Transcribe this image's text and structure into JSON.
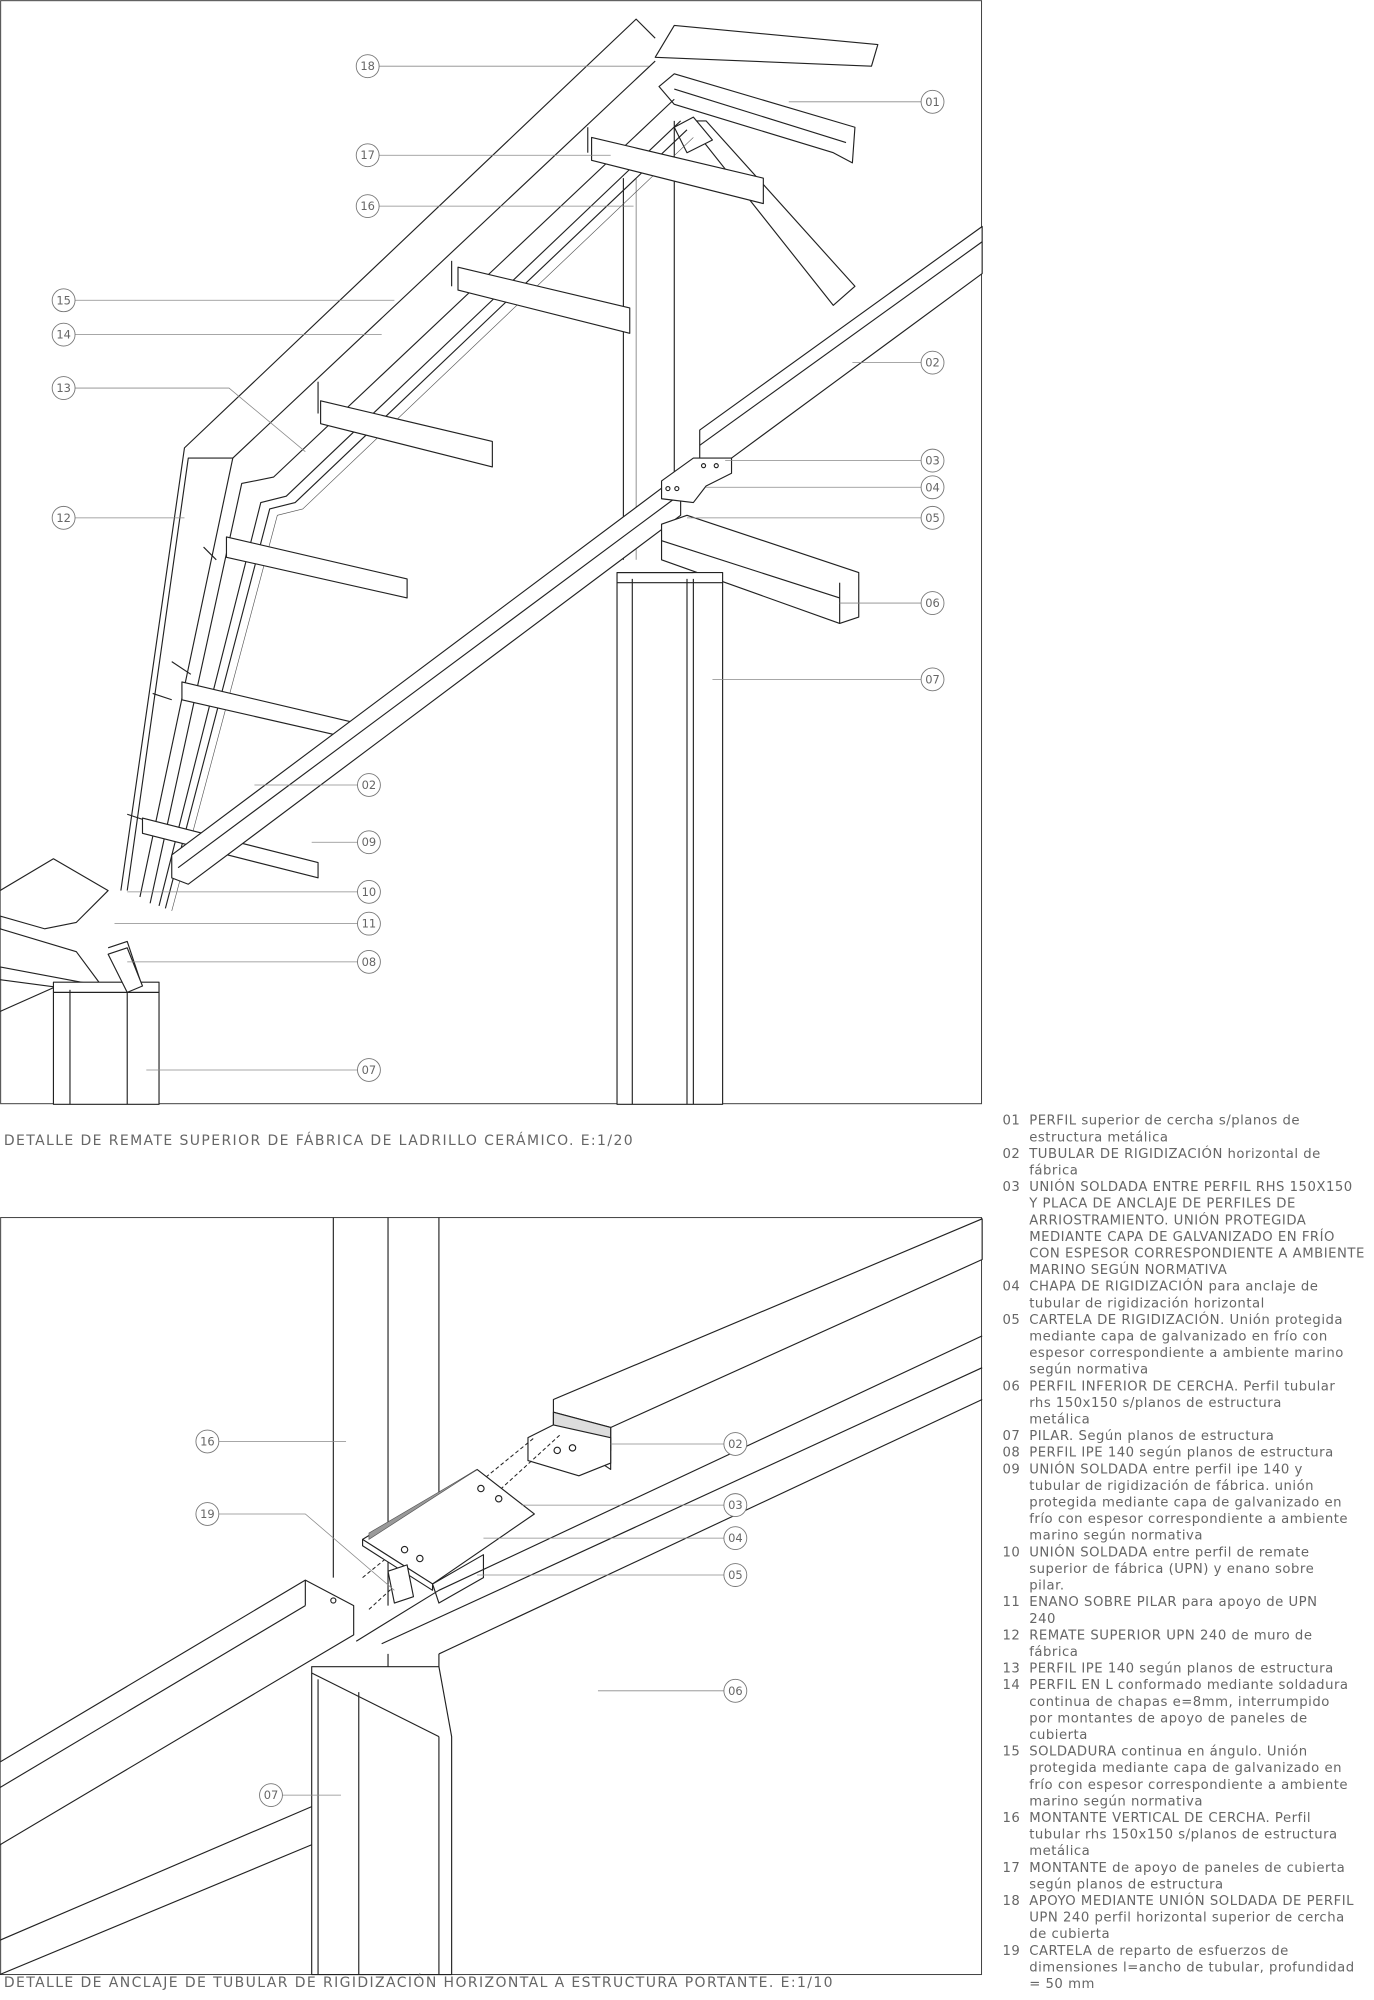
{
  "captions": {
    "top": "DETALLE DE REMATE SUPERIOR DE FÁBRICA DE LADRILLO CERÁMICO. E:1/20",
    "bottom": "DETALLE DE ANCLAJE DE TUBULAR DE RIGIDIZACIÓN HORIZONTAL A ESTRUCTURA PORTANTE. E:1/10"
  },
  "callouts": {
    "top": [
      "18",
      "01",
      "17",
      "16",
      "15",
      "14",
      "13",
      "12",
      "02",
      "03",
      "04",
      "05",
      "06",
      "07",
      "02",
      "09",
      "10",
      "11",
      "08",
      "07"
    ],
    "bottom": [
      "16",
      "19",
      "02",
      "03",
      "04",
      "05",
      "06",
      "07"
    ]
  },
  "legend": [
    {
      "num": "01",
      "lines": [
        "PERFIL superior de cercha s/planos de",
        "estructura metálica"
      ]
    },
    {
      "num": "02",
      "lines": [
        "TUBULAR DE RIGIDIZACIÓN horizontal de",
        "fábrica"
      ]
    },
    {
      "num": "03",
      "lines": [
        "UNIÓN SOLDADA ENTRE PERFIL RHS 150X150",
        "Y PLACA DE ANCLAJE DE PERFILES DE",
        "ARRIOSTRAMIENTO. UNIÓN PROTEGIDA",
        "MEDIANTE CAPA DE GALVANIZADO EN FRÍO",
        "CON ESPESOR CORRESPONDIENTE A AMBIENTE",
        "MARINO SEGÚN NORMATIVA"
      ]
    },
    {
      "num": "04",
      "lines": [
        "CHAPA DE RIGIDIZACIÓN para anclaje de",
        "tubular de rigidización horizontal"
      ]
    },
    {
      "num": "05",
      "lines": [
        "CARTELA DE RIGIDIZACIÓN. Unión protegida",
        "mediante capa de galvanizado en frío con",
        "espesor correspondiente a ambiente marino",
        "según normativa"
      ]
    },
    {
      "num": "06",
      "lines": [
        "PERFIL INFERIOR DE CERCHA. Perfil tubular",
        "rhs 150x150 s/planos de estructura",
        "metálica"
      ]
    },
    {
      "num": "07",
      "lines": [
        "PILAR. Según planos de estructura"
      ]
    },
    {
      "num": "08",
      "lines": [
        "PERFIL IPE 140 según planos de estructura"
      ]
    },
    {
      "num": "09",
      "lines": [
        "UNIÓN SOLDADA entre perfil ipe 140 y",
        "tubular de rigidización de fábrica. unión",
        "protegida mediante capa de galvanizado en",
        "frío con espesor correspondiente a ambiente",
        "marino según normativa"
      ]
    },
    {
      "num": "10",
      "lines": [
        "UNIÓN SOLDADA entre perfil de remate",
        "superior de fábrica (UPN) y enano sobre",
        "pilar."
      ]
    },
    {
      "num": "11",
      "lines": [
        "ENANO SOBRE PILAR para apoyo de UPN",
        "240"
      ]
    },
    {
      "num": "12",
      "lines": [
        "REMATE SUPERIOR UPN 240 de muro de",
        "fábrica"
      ]
    },
    {
      "num": "13",
      "lines": [
        "PERFIL IPE 140 según planos de estructura"
      ]
    },
    {
      "num": "14",
      "lines": [
        "PERFIL EN L conformado mediante soldadura",
        "continua de chapas e=8mm, interrumpido",
        "por montantes de apoyo de paneles de",
        "cubierta"
      ]
    },
    {
      "num": "15",
      "lines": [
        "SOLDADURA continua en ángulo. Unión",
        "protegida mediante capa de galvanizado en",
        "frío con espesor correspondiente a ambiente",
        "marino según normativa"
      ]
    },
    {
      "num": "16",
      "lines": [
        "MONTANTE VERTICAL DE CERCHA. Perfil",
        "tubular rhs 150x150 s/planos de estructura",
        "metálica"
      ]
    },
    {
      "num": "17",
      "lines": [
        "MONTANTE de apoyo de paneles de cubierta",
        "según planos de estructura"
      ]
    },
    {
      "num": "18",
      "lines": [
        "APOYO MEDIANTE UNIÓN SOLDADA DE PERFIL",
        "UPN 240 perfil horizontal superior de cercha",
        "de cubierta"
      ]
    },
    {
      "num": "19",
      "lines": [
        "CARTELA de reparto de esfuerzos de",
        "dimensiones l=ancho de tubular, profundidad",
        "= 50 mm"
      ]
    }
  ]
}
